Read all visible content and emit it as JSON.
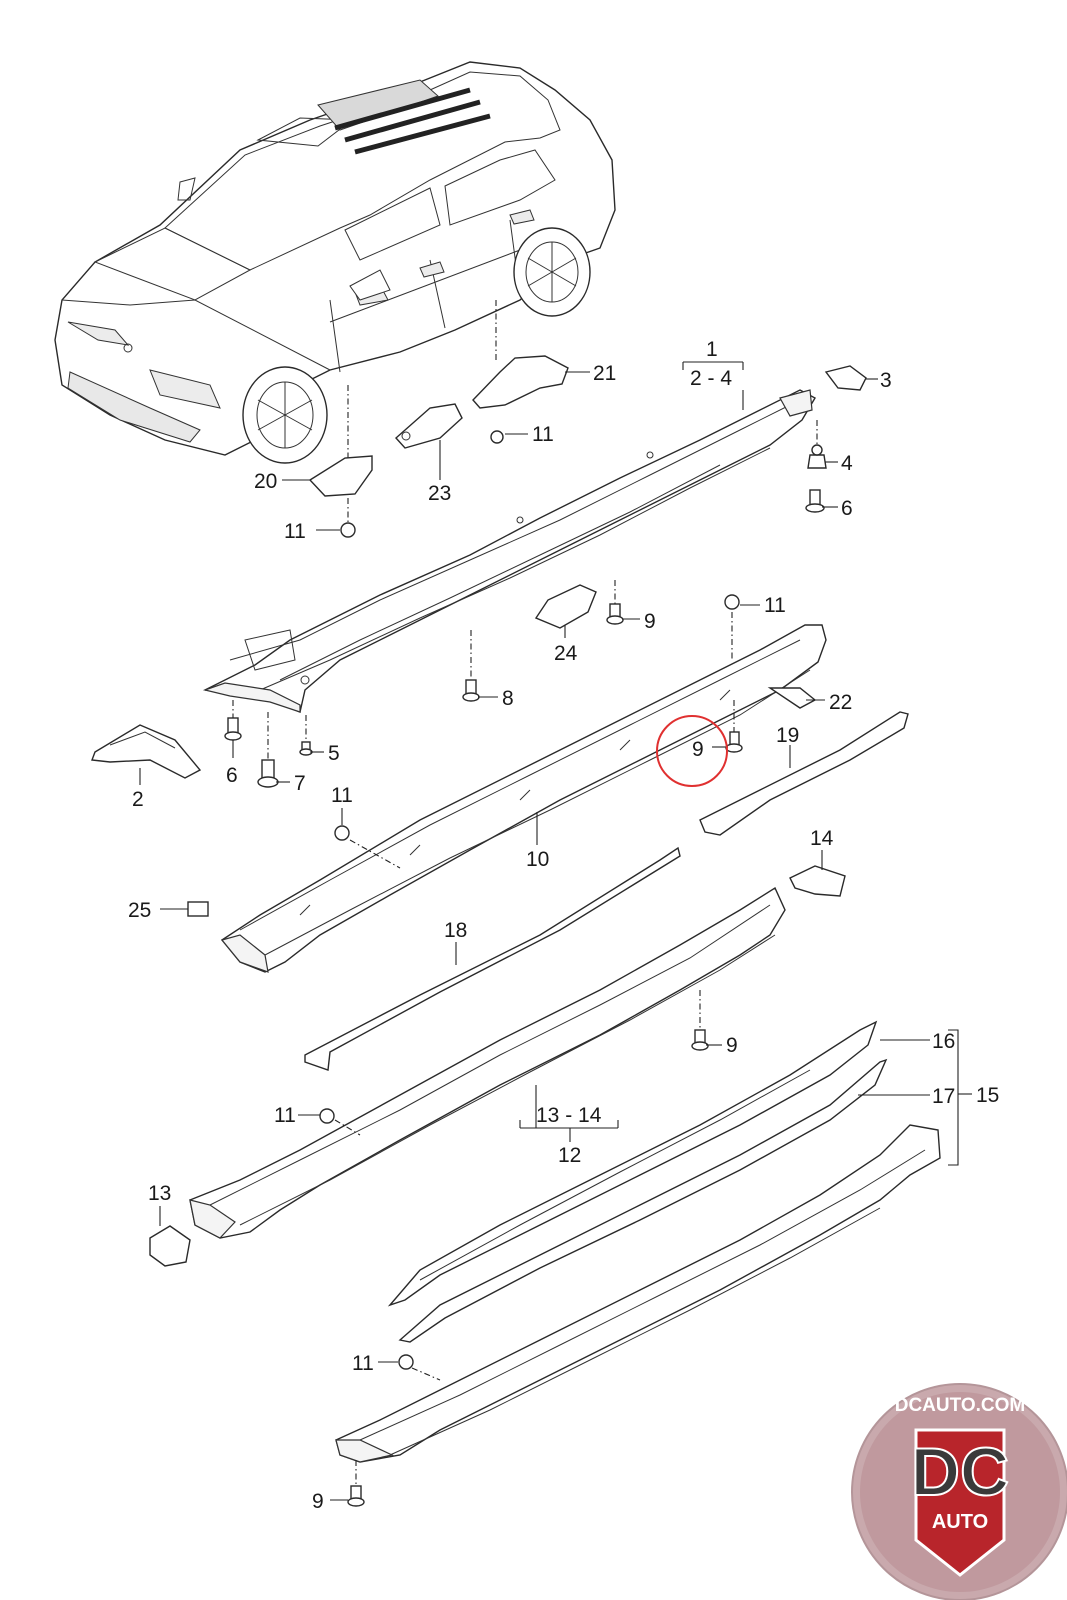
{
  "diagram": {
    "callouts": {
      "c1": "1",
      "c2_4": "2 - 4",
      "c3": "3",
      "c4": "4",
      "c6a": "6",
      "c21": "21",
      "c11a": "11",
      "c20": "20",
      "c23": "23",
      "c11b": "11",
      "c24": "24",
      "c9a": "9",
      "c11c": "11",
      "c8": "8",
      "c22": "22",
      "c9circled": "9",
      "c19": "19",
      "c5": "5",
      "c6b": "6",
      "c7": "7",
      "c2": "2",
      "c11d": "11",
      "c10": "10",
      "c14": "14",
      "c25": "25",
      "c18": "18",
      "c9b": "9",
      "c16": "16",
      "c17": "17",
      "c15": "15",
      "c11e": "11",
      "c13_14": "13 - 14",
      "c12": "12",
      "c13": "13",
      "c11f": "11",
      "c9c": "9"
    },
    "highlight_color": "#e03030"
  },
  "logo": {
    "domain": "DCAUTO.COM",
    "letters": "DC",
    "sub": "AUTO",
    "colors": {
      "ring": "#c9a9ad",
      "red": "#b8252b",
      "dark": "#3a3a3a"
    }
  }
}
